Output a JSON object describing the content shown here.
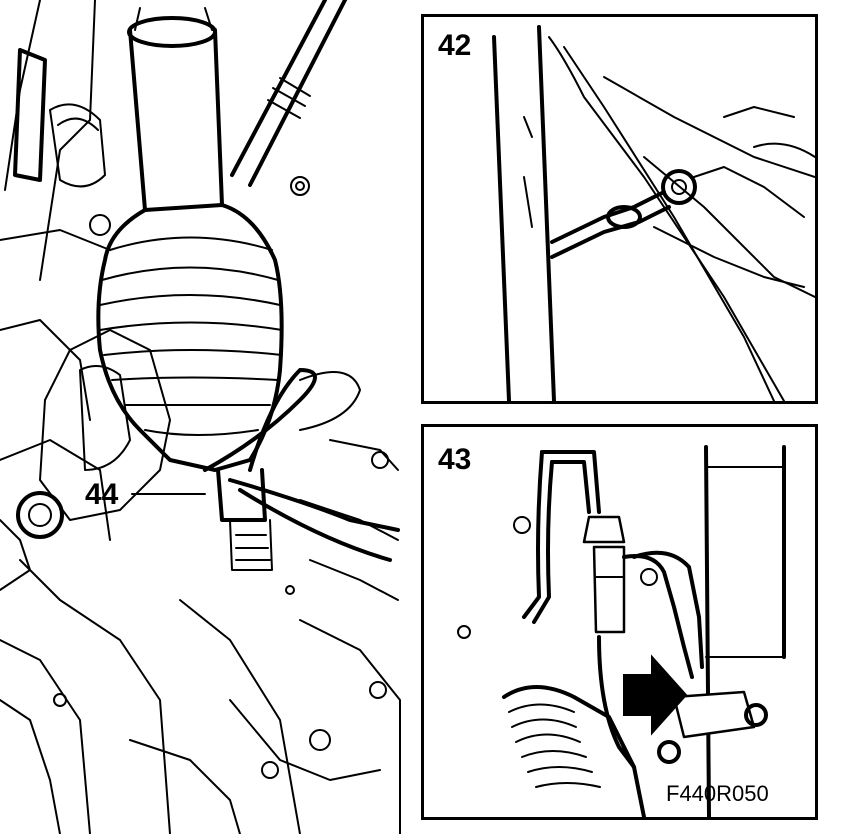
{
  "figure_code": "F440R050",
  "callouts": {
    "part_44": "44",
    "step_42": "42",
    "step_43": "43"
  },
  "colors": {
    "line": "#000000",
    "background": "#ffffff"
  },
  "icons": {
    "direction_arrow": "arrow-right-icon"
  }
}
